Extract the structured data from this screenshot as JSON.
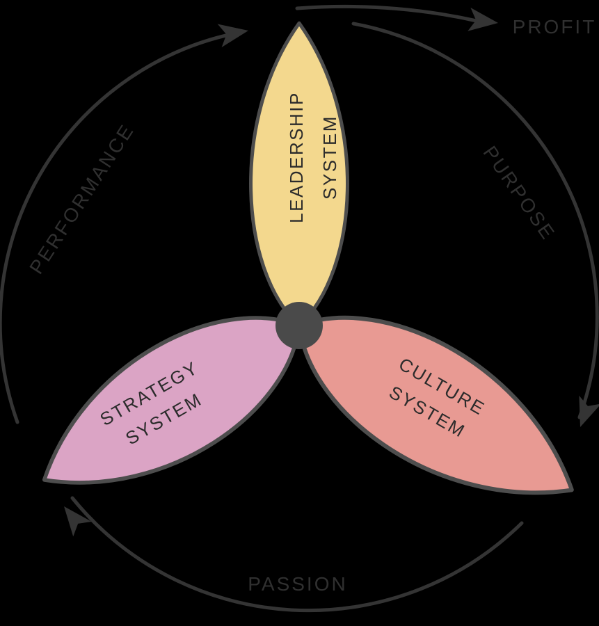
{
  "canvas": {
    "background_color": "#000000"
  },
  "diagram": {
    "title": "three-petal organization system cycle",
    "petals": [
      {
        "id": "leadership",
        "line1": "LEADERSHIP",
        "line2": "SYSTEM",
        "fill": "#f3d88e"
      },
      {
        "id": "strategy",
        "line1": "STRATEGY",
        "line2": "SYSTEM",
        "fill": "#dba4c5"
      },
      {
        "id": "culture",
        "line1": "CULTURE",
        "line2": "SYSTEM",
        "fill": "#e89a93"
      }
    ],
    "hub": {
      "fill": "#4a4a4a"
    },
    "outer_labels": {
      "profit": "PROFIT",
      "purpose": "PURPOSE",
      "passion": "PASSION",
      "performance": "PERFORMANCE"
    },
    "colors": {
      "petal_outline": "#4d4d4d",
      "arrow": "#343434",
      "outer_label_text": "#303030",
      "petal_text": "#2b2b2b"
    }
  }
}
